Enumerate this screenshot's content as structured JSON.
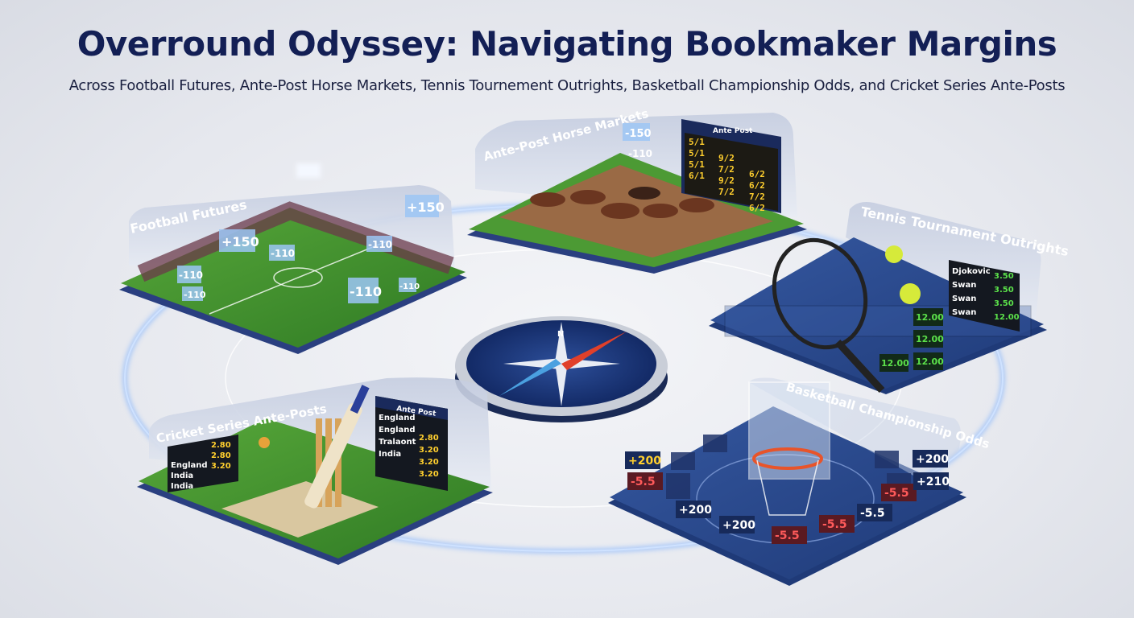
{
  "title": "Overround Odyssey: Navigating Bookmaker Margins",
  "subtitle": "Across Football Futures, Ante-Post Horse Markets, Tennis Tournement Outrights, Basketball Championship Odds, and Cricket Series Ante-Posts",
  "colors": {
    "title": "#131f55",
    "glow": "#4a90ff",
    "pitch": "#3f8f2e",
    "court": "#2b4a8a",
    "odds_yellow": "#ffcf2e",
    "odds_green": "#5be04a",
    "odds_red": "#ff5a5a"
  },
  "football": {
    "label": "Football Futures",
    "odds": [
      "+150",
      "+150",
      "-110",
      "-110",
      "-110",
      "-110",
      "-110",
      "-110"
    ]
  },
  "horse": {
    "label": "Ante-Post Horse Markets",
    "floating_odds": [
      "-150",
      "-110"
    ],
    "board_title": "Ante Post",
    "board_rows": [
      [
        "5/1",
        "",
        ""
      ],
      [
        "5/1",
        "9/2",
        ""
      ],
      [
        "5/1",
        "7/2",
        "6/2"
      ],
      [
        "6/1",
        "9/2",
        "6/2"
      ],
      [
        "",
        "7/2",
        "7/2"
      ],
      [
        "",
        "",
        "6/2"
      ]
    ]
  },
  "tennis": {
    "label": "Tennis Tournament Outrights",
    "board_rows": [
      {
        "name": "Djokovic",
        "odds": "3.50"
      },
      {
        "name": "Swan",
        "odds": "3.50"
      },
      {
        "name": "Swan",
        "odds": "3.50"
      },
      {
        "name": "Swan",
        "odds": "12.00"
      }
    ],
    "floating_odds": [
      "12.00",
      "12.00",
      "12.00",
      "12.00"
    ]
  },
  "cricket": {
    "label": "Cricket Series Ante-Posts",
    "left_board": [
      {
        "name": "",
        "odds": "2.80"
      },
      {
        "name": "England",
        "odds": "2.80"
      },
      {
        "name": "India",
        "odds": "3.20"
      },
      {
        "name": "India",
        "odds": ""
      }
    ],
    "right_board_title": "Ante Post",
    "right_board": [
      {
        "name": "England",
        "odds": ""
      },
      {
        "name": "England",
        "odds": "2.80"
      },
      {
        "name": "Tralaont",
        "odds": "3.20"
      },
      {
        "name": "India",
        "odds": "3.20"
      },
      {
        "name": "",
        "odds": "3.20"
      }
    ]
  },
  "basketball": {
    "label": "Basketball Championship Odds",
    "odds": [
      "+200",
      "-5.5",
      "+200",
      "+200",
      "-5.5",
      "-5.5",
      "-5.5",
      "-5.5",
      "+200",
      "+210"
    ]
  },
  "compass": {
    "north_label": "N"
  }
}
